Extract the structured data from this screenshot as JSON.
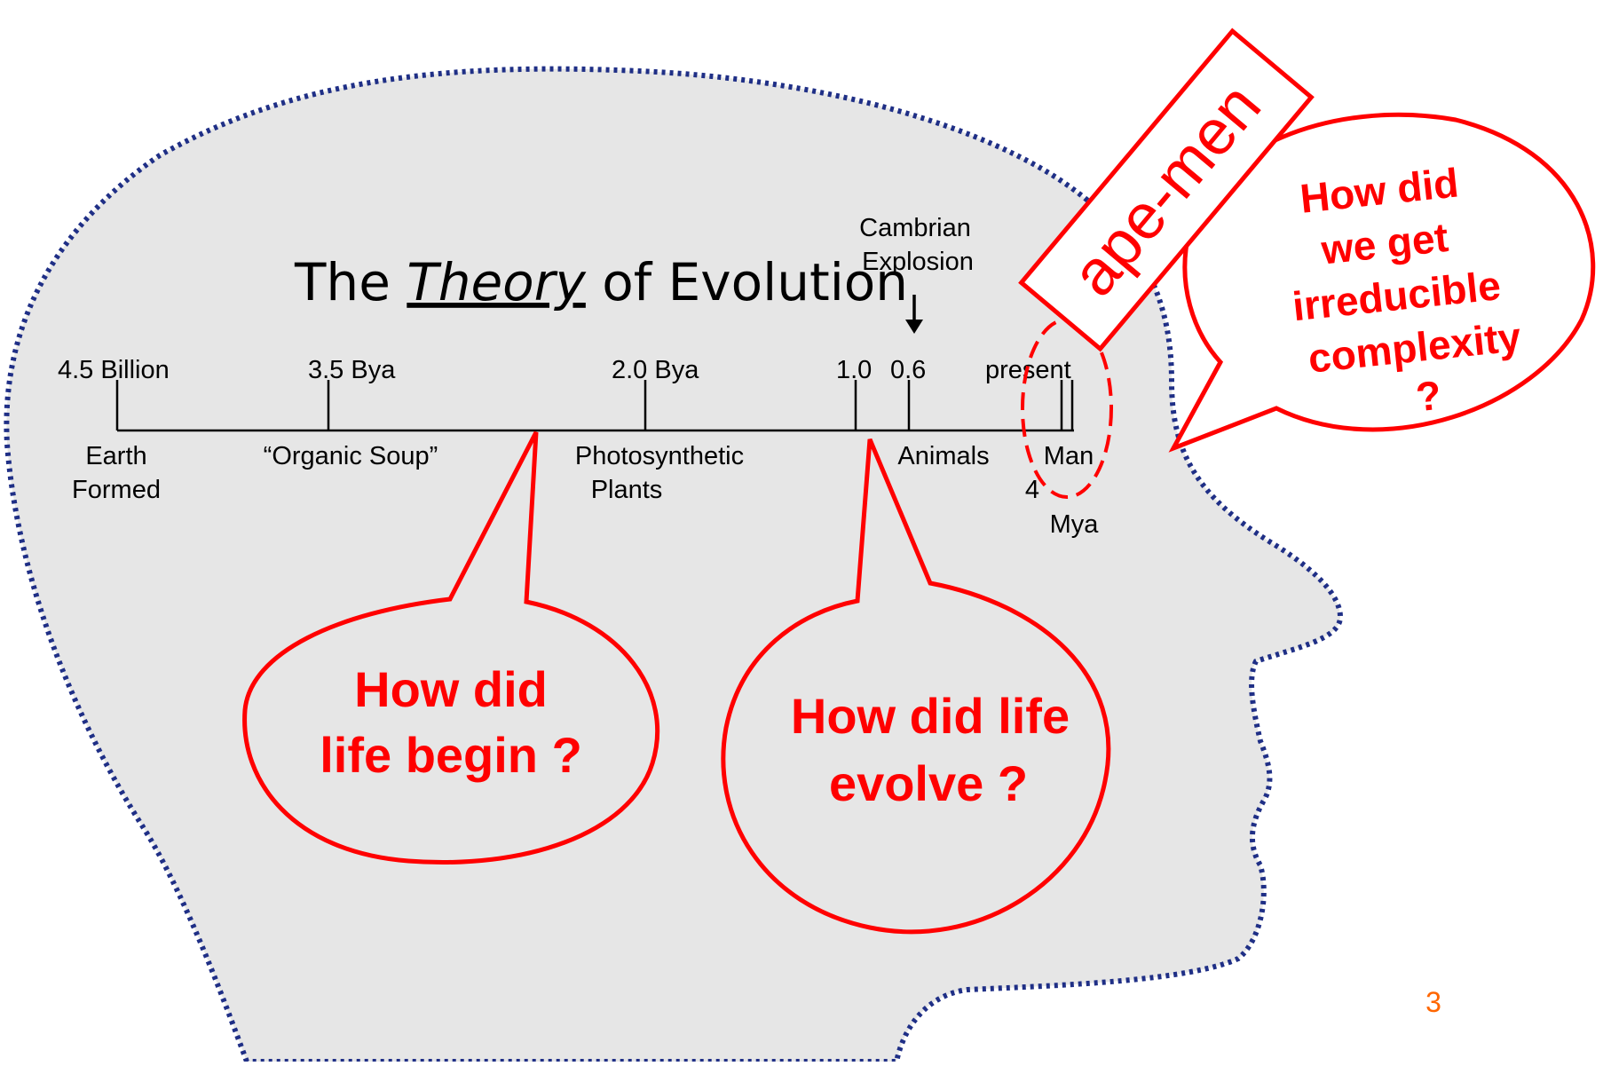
{
  "title": {
    "prefix": "The ",
    "emphasis": "Theory",
    "suffix": " of Evolution"
  },
  "timeline": {
    "ticks_top": [
      "4.5 Billion",
      "3.5 Bya",
      "2.0 Bya",
      "1.0",
      "0.6",
      "present"
    ],
    "events": {
      "earth": [
        "Earth",
        "Formed"
      ],
      "soup": "“Organic Soup”",
      "plants": [
        "Photosynthetic",
        "Plants"
      ],
      "animals": "Animals",
      "man": "Man",
      "man_age": [
        "4",
        "Mya"
      ]
    },
    "cambrian": [
      "Cambrian",
      "Explosion"
    ],
    "arrow_glyph": "↓"
  },
  "callouts": {
    "begin": [
      "How did",
      "life begin ?"
    ],
    "evolve": [
      "How did life",
      "evolve ?"
    ],
    "complexity": [
      "How did",
      "we get",
      "irreducible",
      "complexity",
      "?"
    ],
    "ape_men": "ape-men"
  },
  "page_number": "3",
  "colors": {
    "head_fill": "#e6e6e6",
    "head_outline": "#1f2f86",
    "callout_red": "#ff0000",
    "page_number": "#ff6600"
  }
}
